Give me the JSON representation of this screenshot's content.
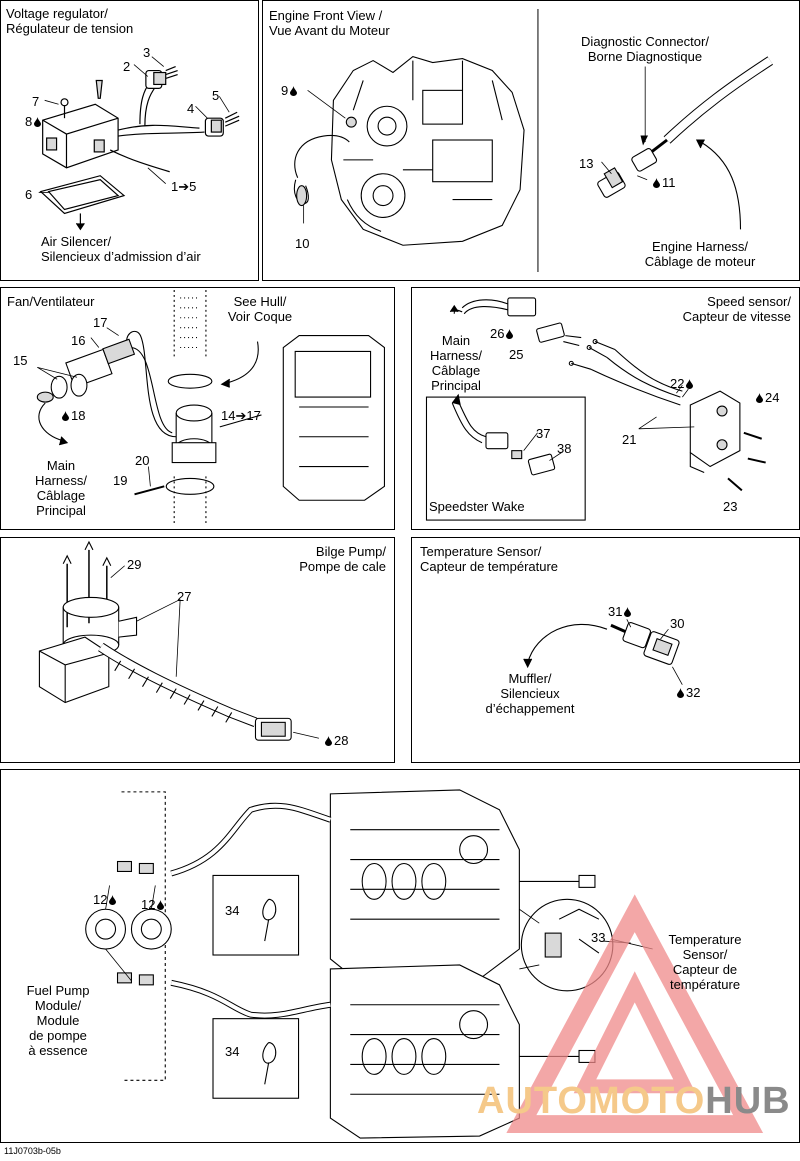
{
  "panels": {
    "voltage": {
      "title": [
        "Voltage regulator/",
        "Régulateur de tension"
      ],
      "callouts": [
        "1➔5",
        "2",
        "3",
        "4",
        "5",
        "6",
        "7",
        "8"
      ],
      "note": [
        "Air Silencer/",
        "Silencieux d’admission d’air"
      ]
    },
    "engine_front": {
      "title": [
        "Engine Front View /",
        "Vue Avant du Moteur"
      ],
      "callouts": [
        "9",
        "10"
      ]
    },
    "diagnostic": {
      "title": [
        "Diagnostic Connector/",
        "Borne Diagnostique"
      ],
      "callouts": [
        "13",
        "11"
      ],
      "note": [
        "Engine Harness/",
        "Câblage de moteur"
      ]
    },
    "fan": {
      "title": "Fan/Ventilateur",
      "see_hull": [
        "See Hull/",
        "Voir Coque"
      ],
      "callouts": [
        "17",
        "16",
        "15",
        "18",
        "14➔17",
        "19",
        "20"
      ],
      "note": [
        "Main",
        "Harness/",
        "Câblage",
        "Principal"
      ]
    },
    "speed": {
      "title": [
        "Speed sensor/",
        "Capteur de vitesse"
      ],
      "note": [
        "Main",
        "Harness/",
        "Câblage",
        "Principal"
      ],
      "callouts": [
        "26",
        "25",
        "22",
        "24",
        "21",
        "23",
        "37",
        "38"
      ],
      "inset_label": "Speedster Wake"
    },
    "bilge": {
      "title": [
        "Bilge Pump/",
        "Pompe de cale"
      ],
      "callouts": [
        "29",
        "27",
        "28"
      ]
    },
    "temp": {
      "title": [
        "Temperature Sensor/",
        "Capteur de température"
      ],
      "callouts": [
        "31",
        "30",
        "32"
      ],
      "note": [
        "Muffler/",
        "Silencieux",
        "d’échappement"
      ]
    },
    "fuel": {
      "callouts": [
        "12",
        "12",
        "34",
        "34",
        "33"
      ],
      "fuel_note": [
        "Fuel Pump",
        "Module/",
        "Module",
        "de pompe",
        "à essence"
      ],
      "temp_note": [
        "Temperature",
        "Sensor/",
        "Capteur de",
        "température"
      ]
    }
  },
  "figure_id": "11J0703b-05b",
  "watermark": {
    "part1": "AUTOMOTO",
    "part2": "HUB",
    "color1": "#f5c98a",
    "color2": "#8a8a8a",
    "triangle": "#f08a8a"
  },
  "colors": {
    "line": "#000000",
    "fill": "#ffffff",
    "shade": "#d9d9d9"
  }
}
